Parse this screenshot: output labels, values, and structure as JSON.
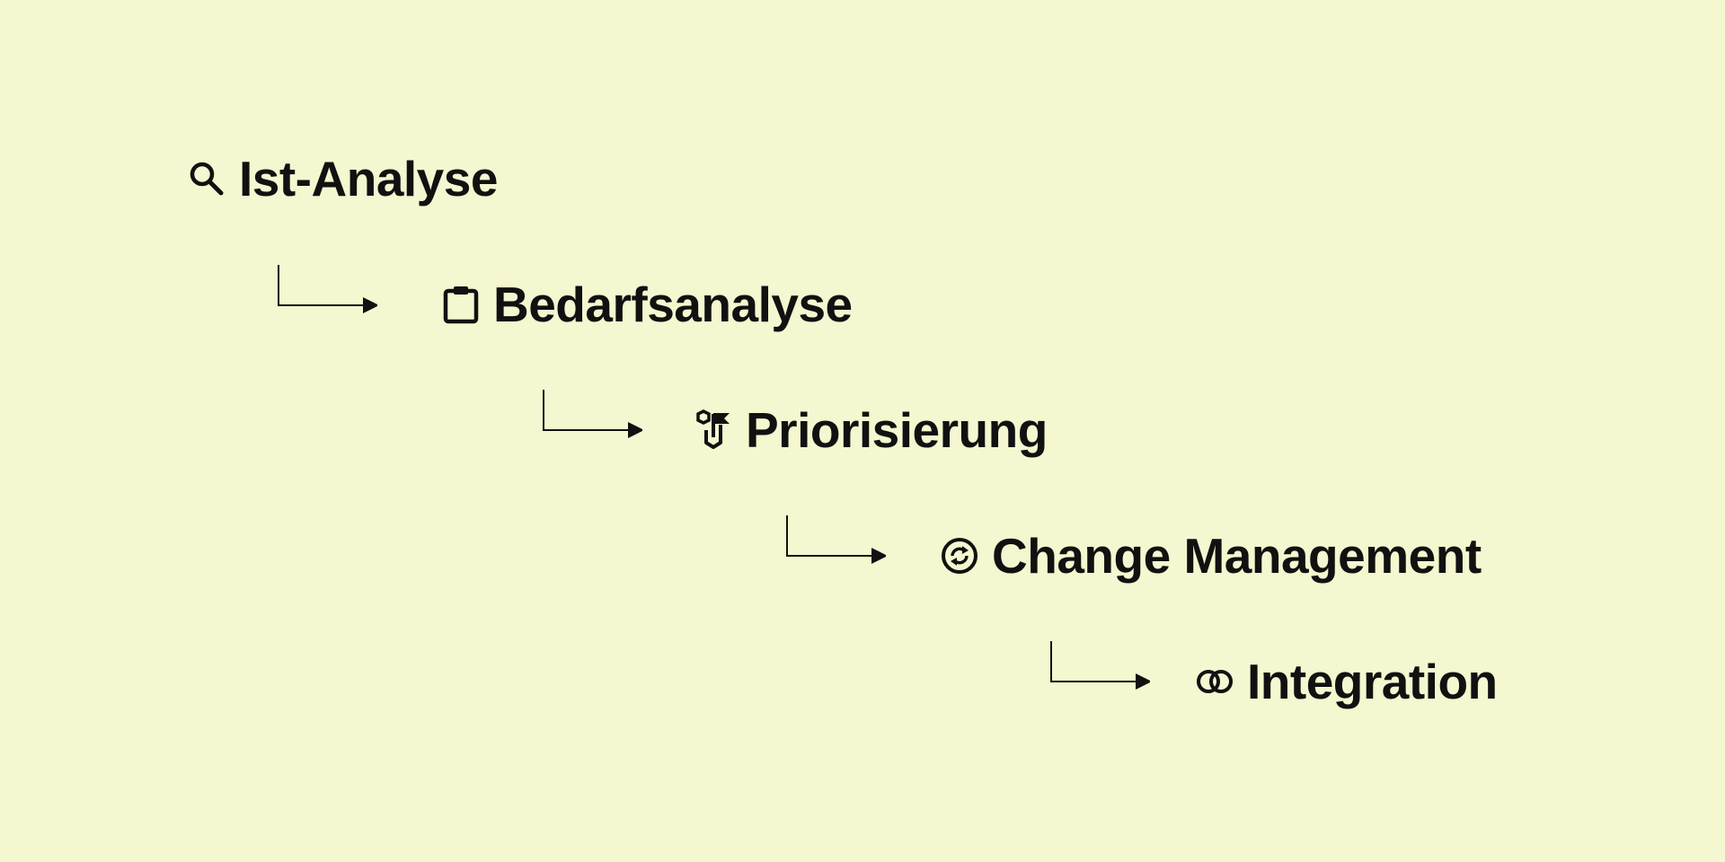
{
  "colors": {
    "background": "#f4f7cf",
    "text": "#111111"
  },
  "steps": [
    {
      "label": "Ist-Analyse",
      "icon": "magnifier-search-icon"
    },
    {
      "label": "Bedarfsanalyse",
      "icon": "clipboard-icon"
    },
    {
      "label": "Priorisierung",
      "icon": "priority-flag-icon"
    },
    {
      "label": "Change Management",
      "icon": "cycle-arrows-icon"
    },
    {
      "label": "Integration",
      "icon": "interlocking-rings-icon"
    }
  ]
}
